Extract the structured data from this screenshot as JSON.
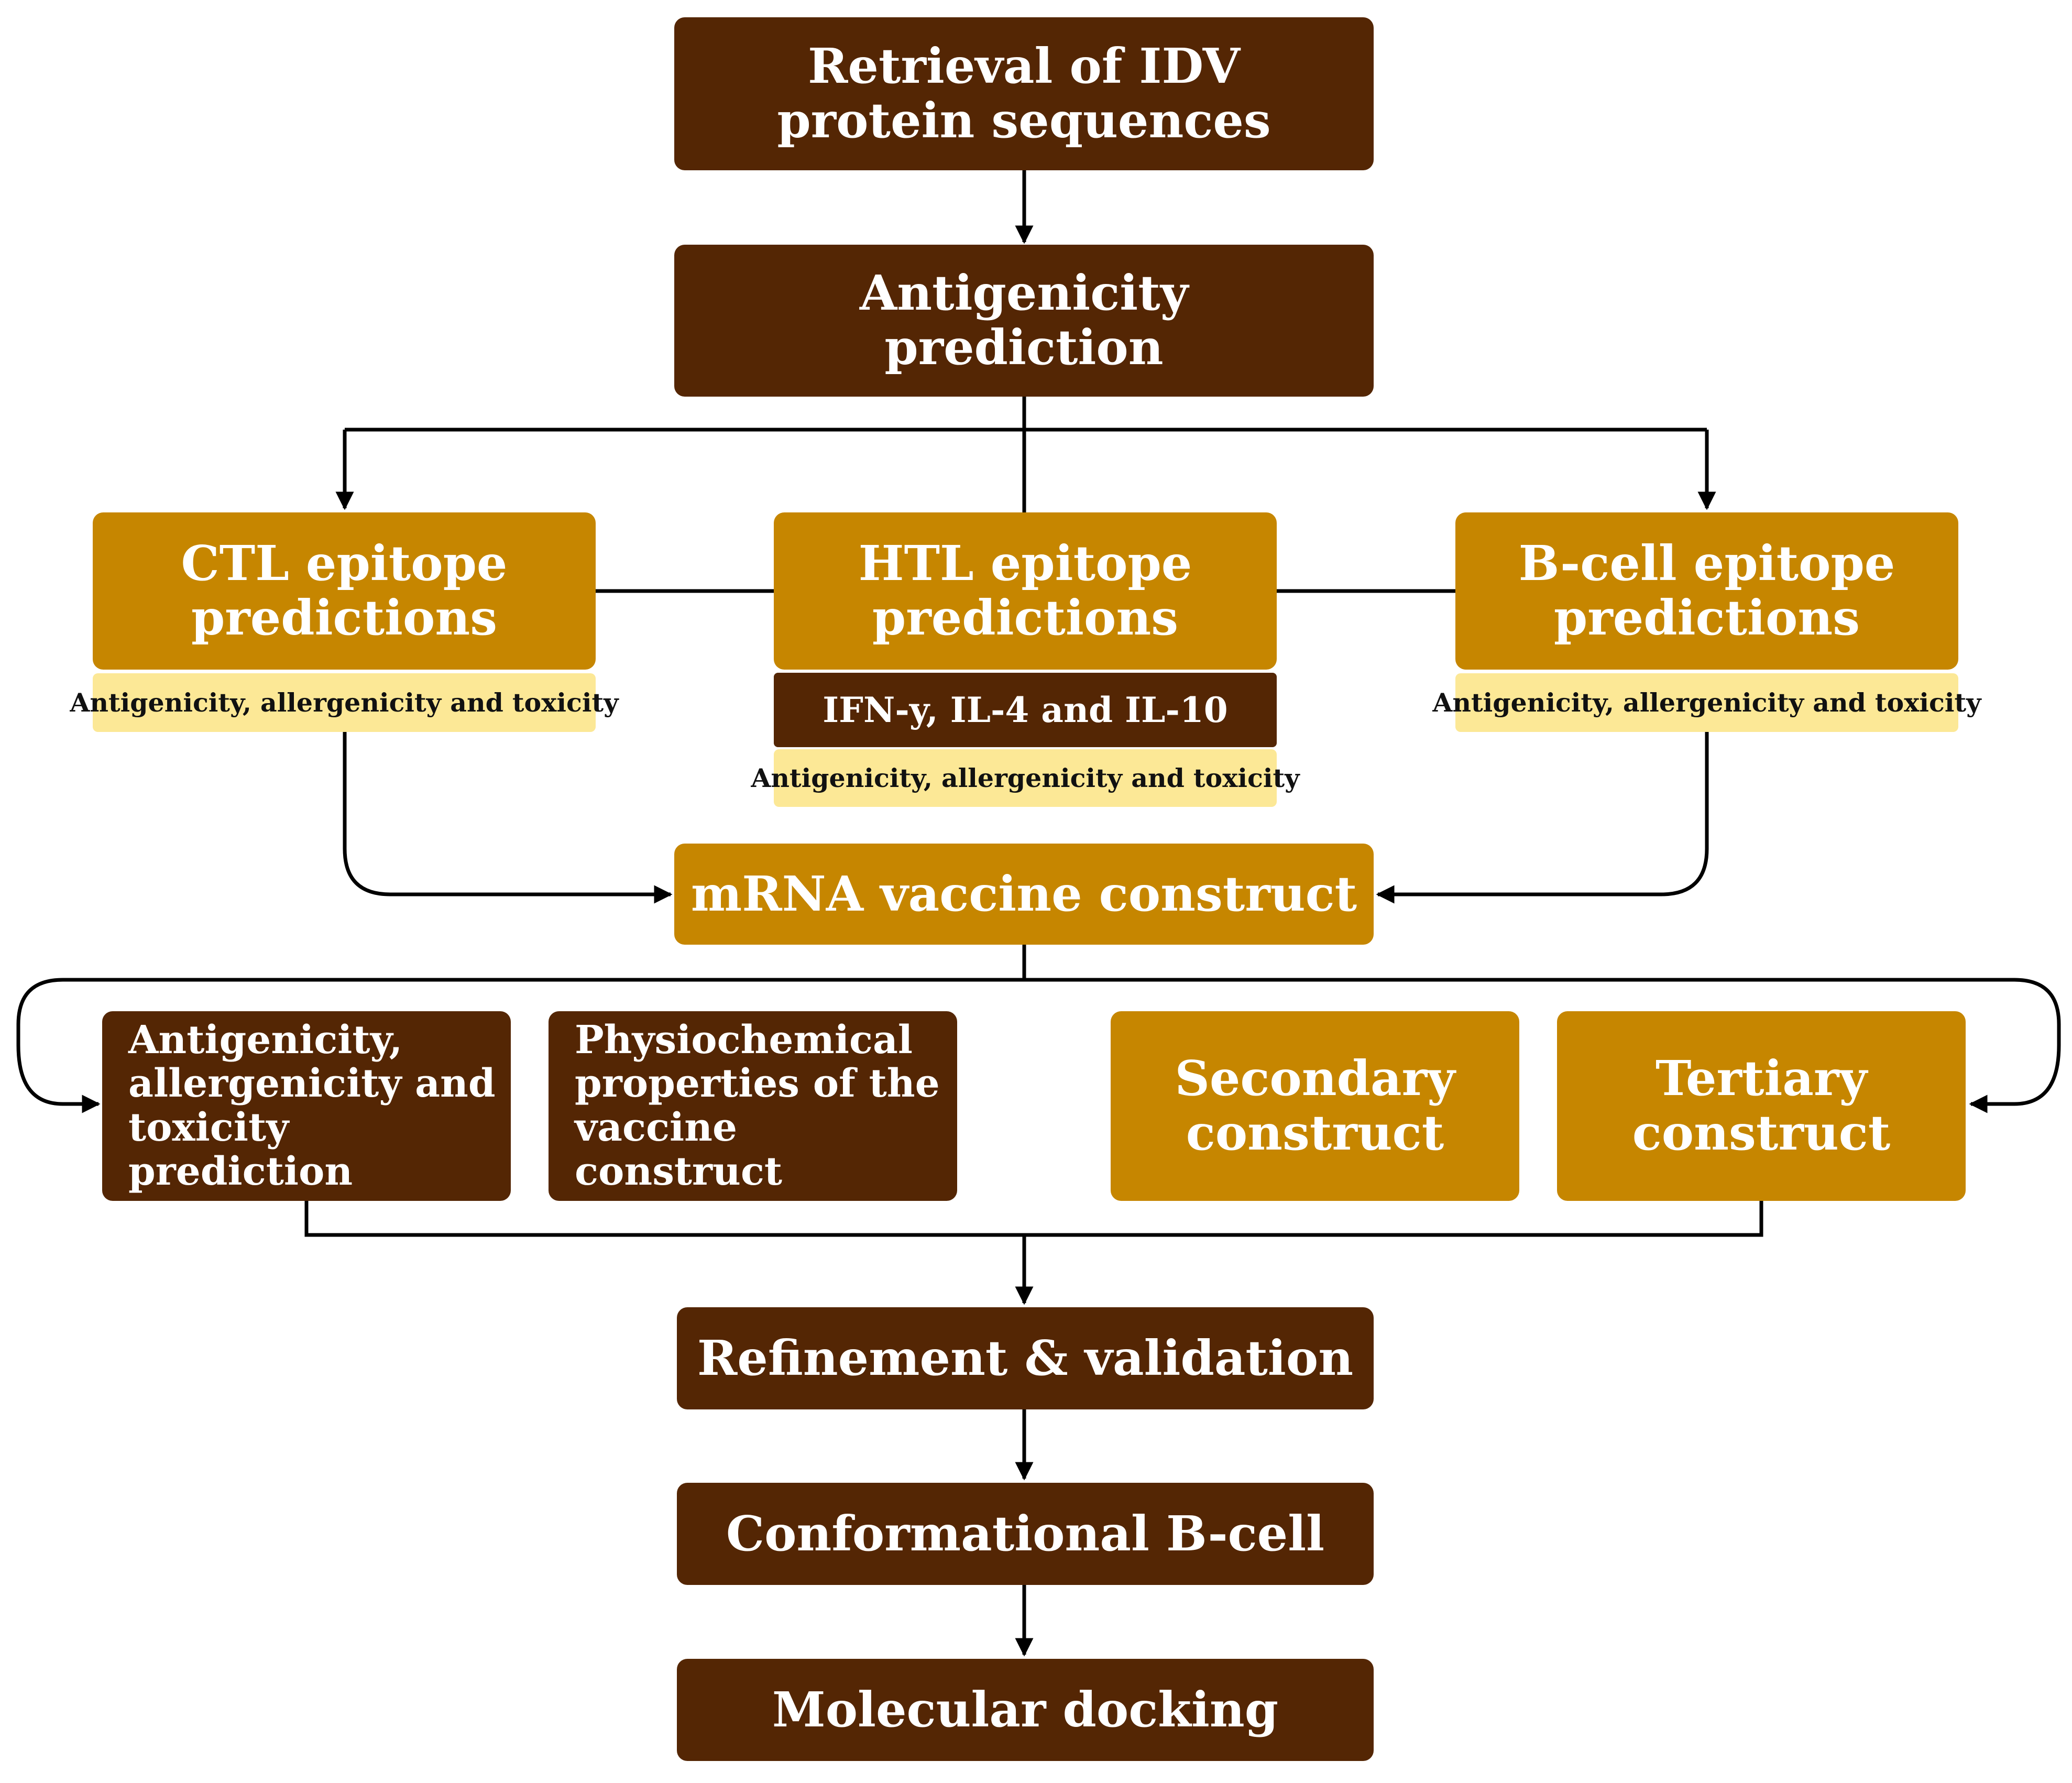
{
  "colors": {
    "dark_box": "#542604",
    "gold_box": "#c68600",
    "note_box": "#fce896",
    "arrow": "#000000"
  },
  "steps": {
    "retrieval": "Retrieval of IDV\nprotein sequences",
    "antigenicity": "Antigenicity\nprediction",
    "ctl": "CTL epitope\npredictions",
    "htl": "HTL epitope\npredictions",
    "bcell": "B-cell epitope\npredictions",
    "ctl_note": "Antigenicity, allergenicity and toxicity",
    "htl_cytokines": "IFN-y, IL-4 and IL-10",
    "htl_note": "Antigenicity, allergenicity and toxicity",
    "bcell_note": "Antigenicity, allergenicity and toxicity",
    "mrna": "mRNA vaccine construct",
    "aat_prediction": "Antigenicity,\nallergenicity and\ntoxicity prediction",
    "physiochemical": "Physiochemical\nproperties of the\nvaccine construct",
    "secondary": "Secondary\nconstruct",
    "tertiary": "Tertiary\nconstruct",
    "refinement": "Refinement & validation",
    "conformational": "Conformational B-cell",
    "docking": "Molecular docking"
  }
}
